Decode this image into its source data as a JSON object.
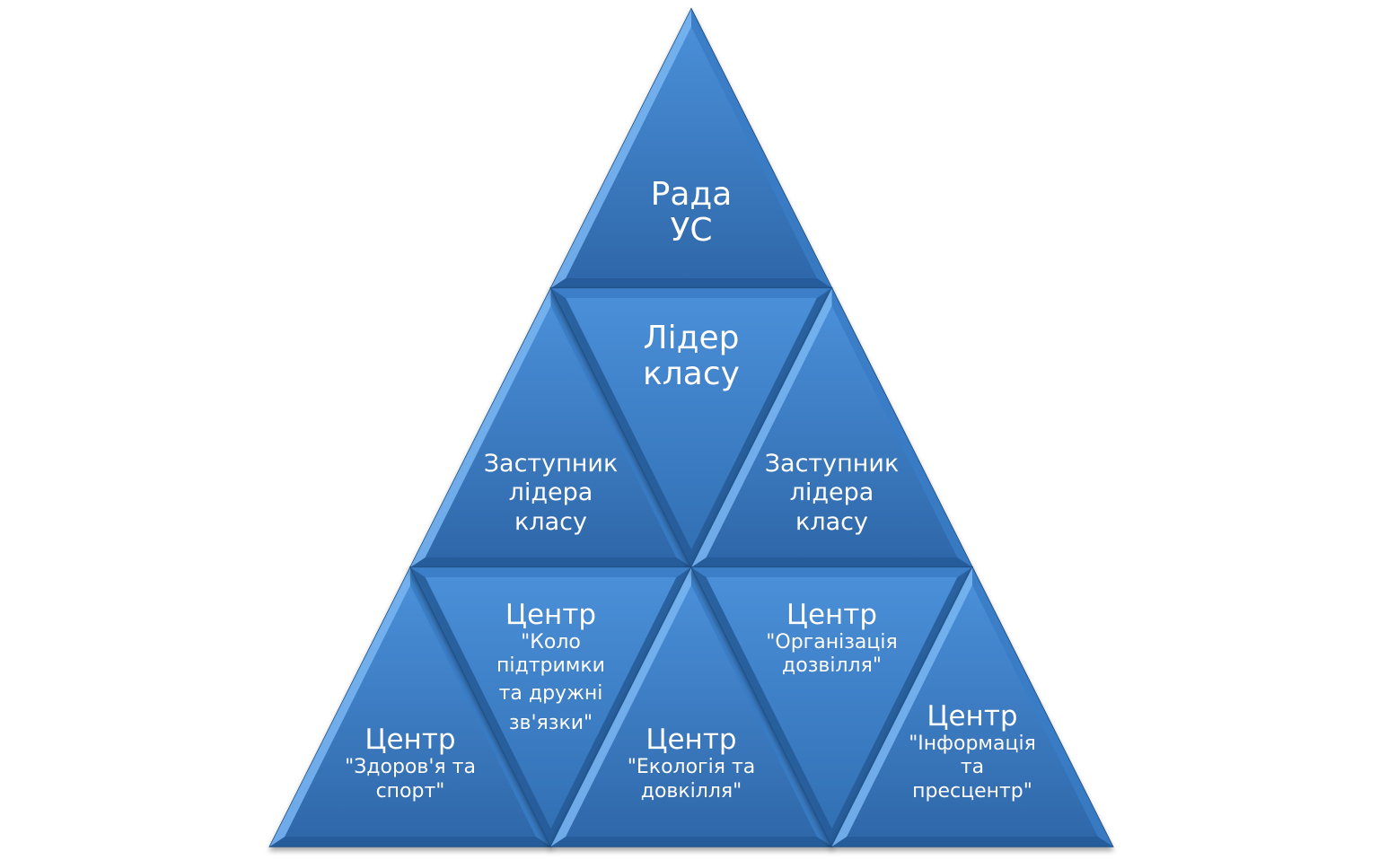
{
  "diagram": {
    "type": "triangle-pyramid",
    "colors": {
      "fill_top": "#4a8fd8",
      "fill_bottom": "#2f68aa",
      "bevel_light": "#7ab6f2",
      "bevel_dark": "#255a96",
      "edge": "#1f4f86",
      "text": "#ffffff"
    },
    "tiers": [
      {
        "name": "top",
        "cells": [
          {
            "id": "rada",
            "orientation": "up",
            "title_lines": [
              "Рада",
              "УС"
            ],
            "subtitle_lines": []
          }
        ]
      },
      {
        "name": "middle",
        "cells": [
          {
            "id": "deputy-left",
            "orientation": "up",
            "title_lines": [],
            "subtitle_lines": [
              "Заступник",
              "лідера",
              "класу"
            ]
          },
          {
            "id": "leader",
            "orientation": "down",
            "title_lines": [
              "Лідер",
              "класу"
            ],
            "subtitle_lines": []
          },
          {
            "id": "deputy-right",
            "orientation": "up",
            "title_lines": [],
            "subtitle_lines": [
              "Заступник",
              "лідера",
              "класу"
            ]
          }
        ]
      },
      {
        "name": "bottom",
        "cells": [
          {
            "id": "health-sport",
            "orientation": "up",
            "title_lines": [
              "Центр"
            ],
            "subtitle_lines": [
              "\"Здоров'я та",
              "спорт\""
            ]
          },
          {
            "id": "support-circle",
            "orientation": "down",
            "title_lines": [
              "Центр"
            ],
            "subtitle_lines": [
              "\"Коло",
              "підтримки",
              "та дружні",
              "зв'язки\""
            ]
          },
          {
            "id": "ecology",
            "orientation": "up",
            "title_lines": [
              "Центр"
            ],
            "subtitle_lines": [
              "\"Екологія та",
              "довкілля\""
            ]
          },
          {
            "id": "leisure",
            "orientation": "down",
            "title_lines": [
              "Центр"
            ],
            "subtitle_lines": [
              "\"Організація",
              "дозвілля\""
            ]
          },
          {
            "id": "info-press",
            "orientation": "up",
            "title_lines": [
              "Центр"
            ],
            "subtitle_lines": [
              "\"Інформація",
              "та",
              "пресцентр\""
            ]
          }
        ]
      }
    ]
  }
}
